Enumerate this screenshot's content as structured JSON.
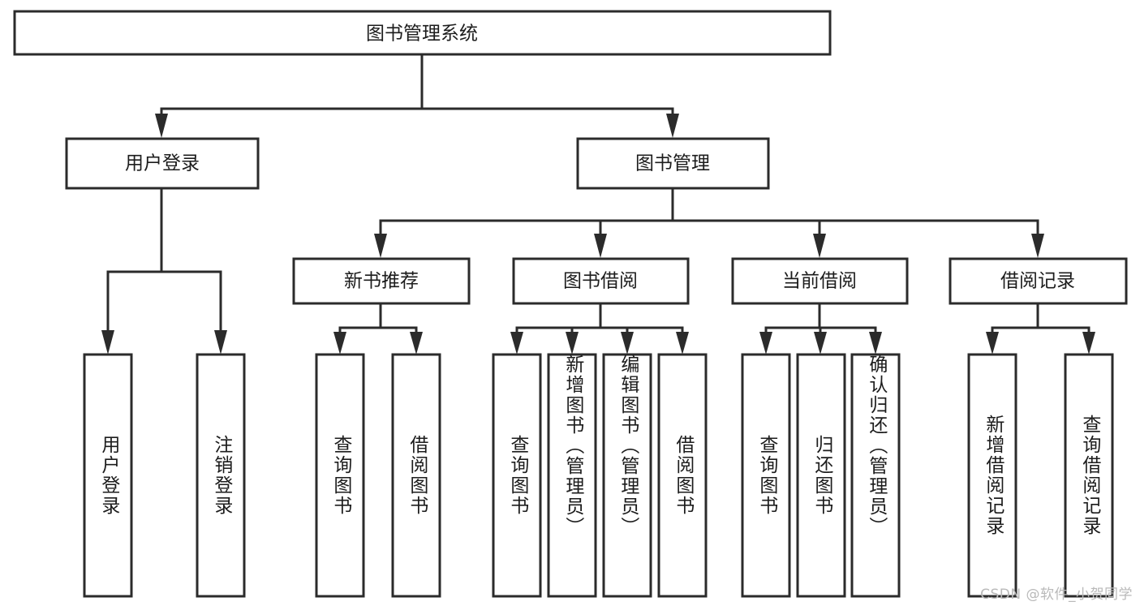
{
  "diagram": {
    "title": "图书管理系统",
    "type": "hierarchy-tree",
    "colors": {
      "background": "#ffffff",
      "box_fill": "#ffffff",
      "box_stroke": "#2b2b2b",
      "connector": "#2b2b2b",
      "text": "#1c1c1c",
      "watermark": "#b9b9b9"
    },
    "root": {
      "label": "图书管理系统"
    },
    "level2": [
      {
        "label": "用户登录"
      },
      {
        "label": "图书管理"
      }
    ],
    "level3": [
      {
        "label": "新书推荐"
      },
      {
        "label": "图书借阅"
      },
      {
        "label": "当前借阅"
      },
      {
        "label": "借阅记录"
      }
    ],
    "leaves": {
      "user_login": [
        {
          "label": "用户登录"
        },
        {
          "label": "注销登录"
        }
      ],
      "new_book_recommend": [
        {
          "label": "查询图书"
        },
        {
          "label": "借阅图书"
        }
      ],
      "book_borrow": [
        {
          "label": "查询图书"
        },
        {
          "label": "新增图书（管理员）"
        },
        {
          "label": "编辑图书（管理员）"
        },
        {
          "label": "借阅图书"
        }
      ],
      "current_borrow": [
        {
          "label": "查询图书"
        },
        {
          "label": "归还图书"
        },
        {
          "label": "确认归还（管理员）"
        }
      ],
      "borrow_record": [
        {
          "label": "新增借阅记录"
        },
        {
          "label": "查询借阅记录"
        }
      ]
    },
    "watermark": "CSDN @软件_小贺同学"
  }
}
